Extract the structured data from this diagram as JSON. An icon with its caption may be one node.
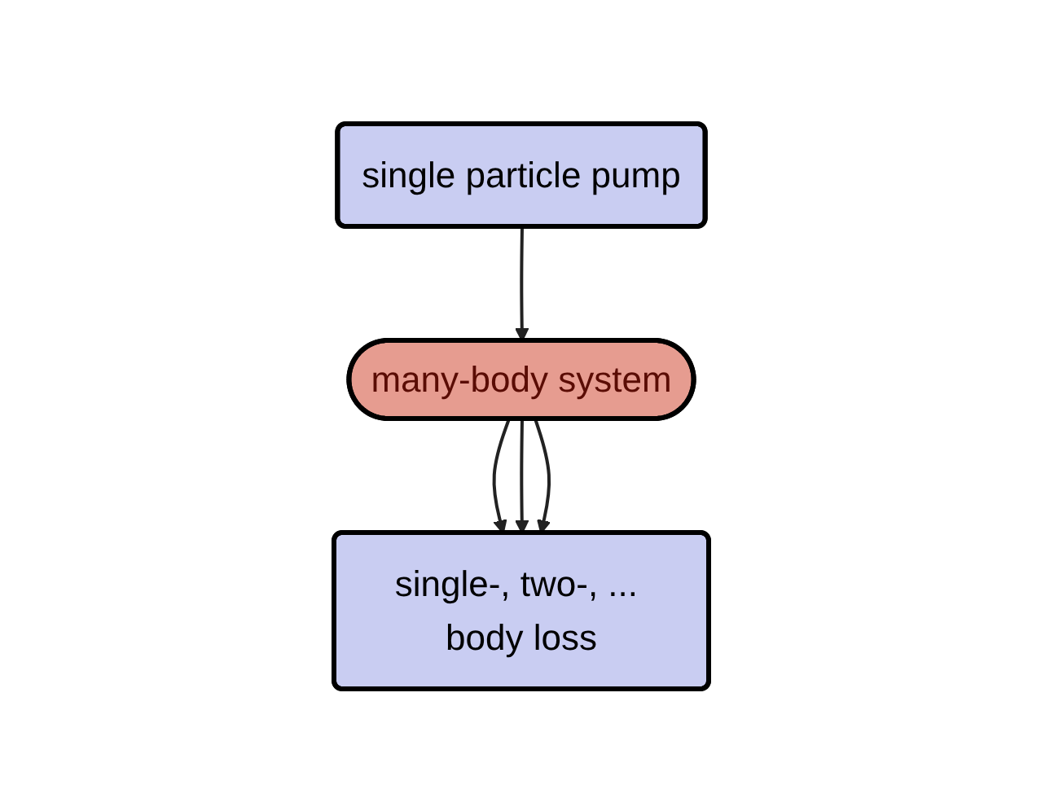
{
  "diagram": {
    "nodes": [
      {
        "text": [
          "single particle pump"
        ]
      },
      {
        "text": [
          "many-body system"
        ]
      },
      {
        "text": [
          "single-, two-, ... body loss"
        ]
      }
    ],
    "edges": [
      {
        "from": 0,
        "to": 1,
        "arrow": "to"
      },
      {
        "from": 1,
        "to": 2,
        "arrow": "to"
      },
      {
        "from": 1,
        "to": 2,
        "arrow": "to"
      },
      {
        "from": 1,
        "to": 2,
        "arrow": "to"
      }
    ]
  }
}
